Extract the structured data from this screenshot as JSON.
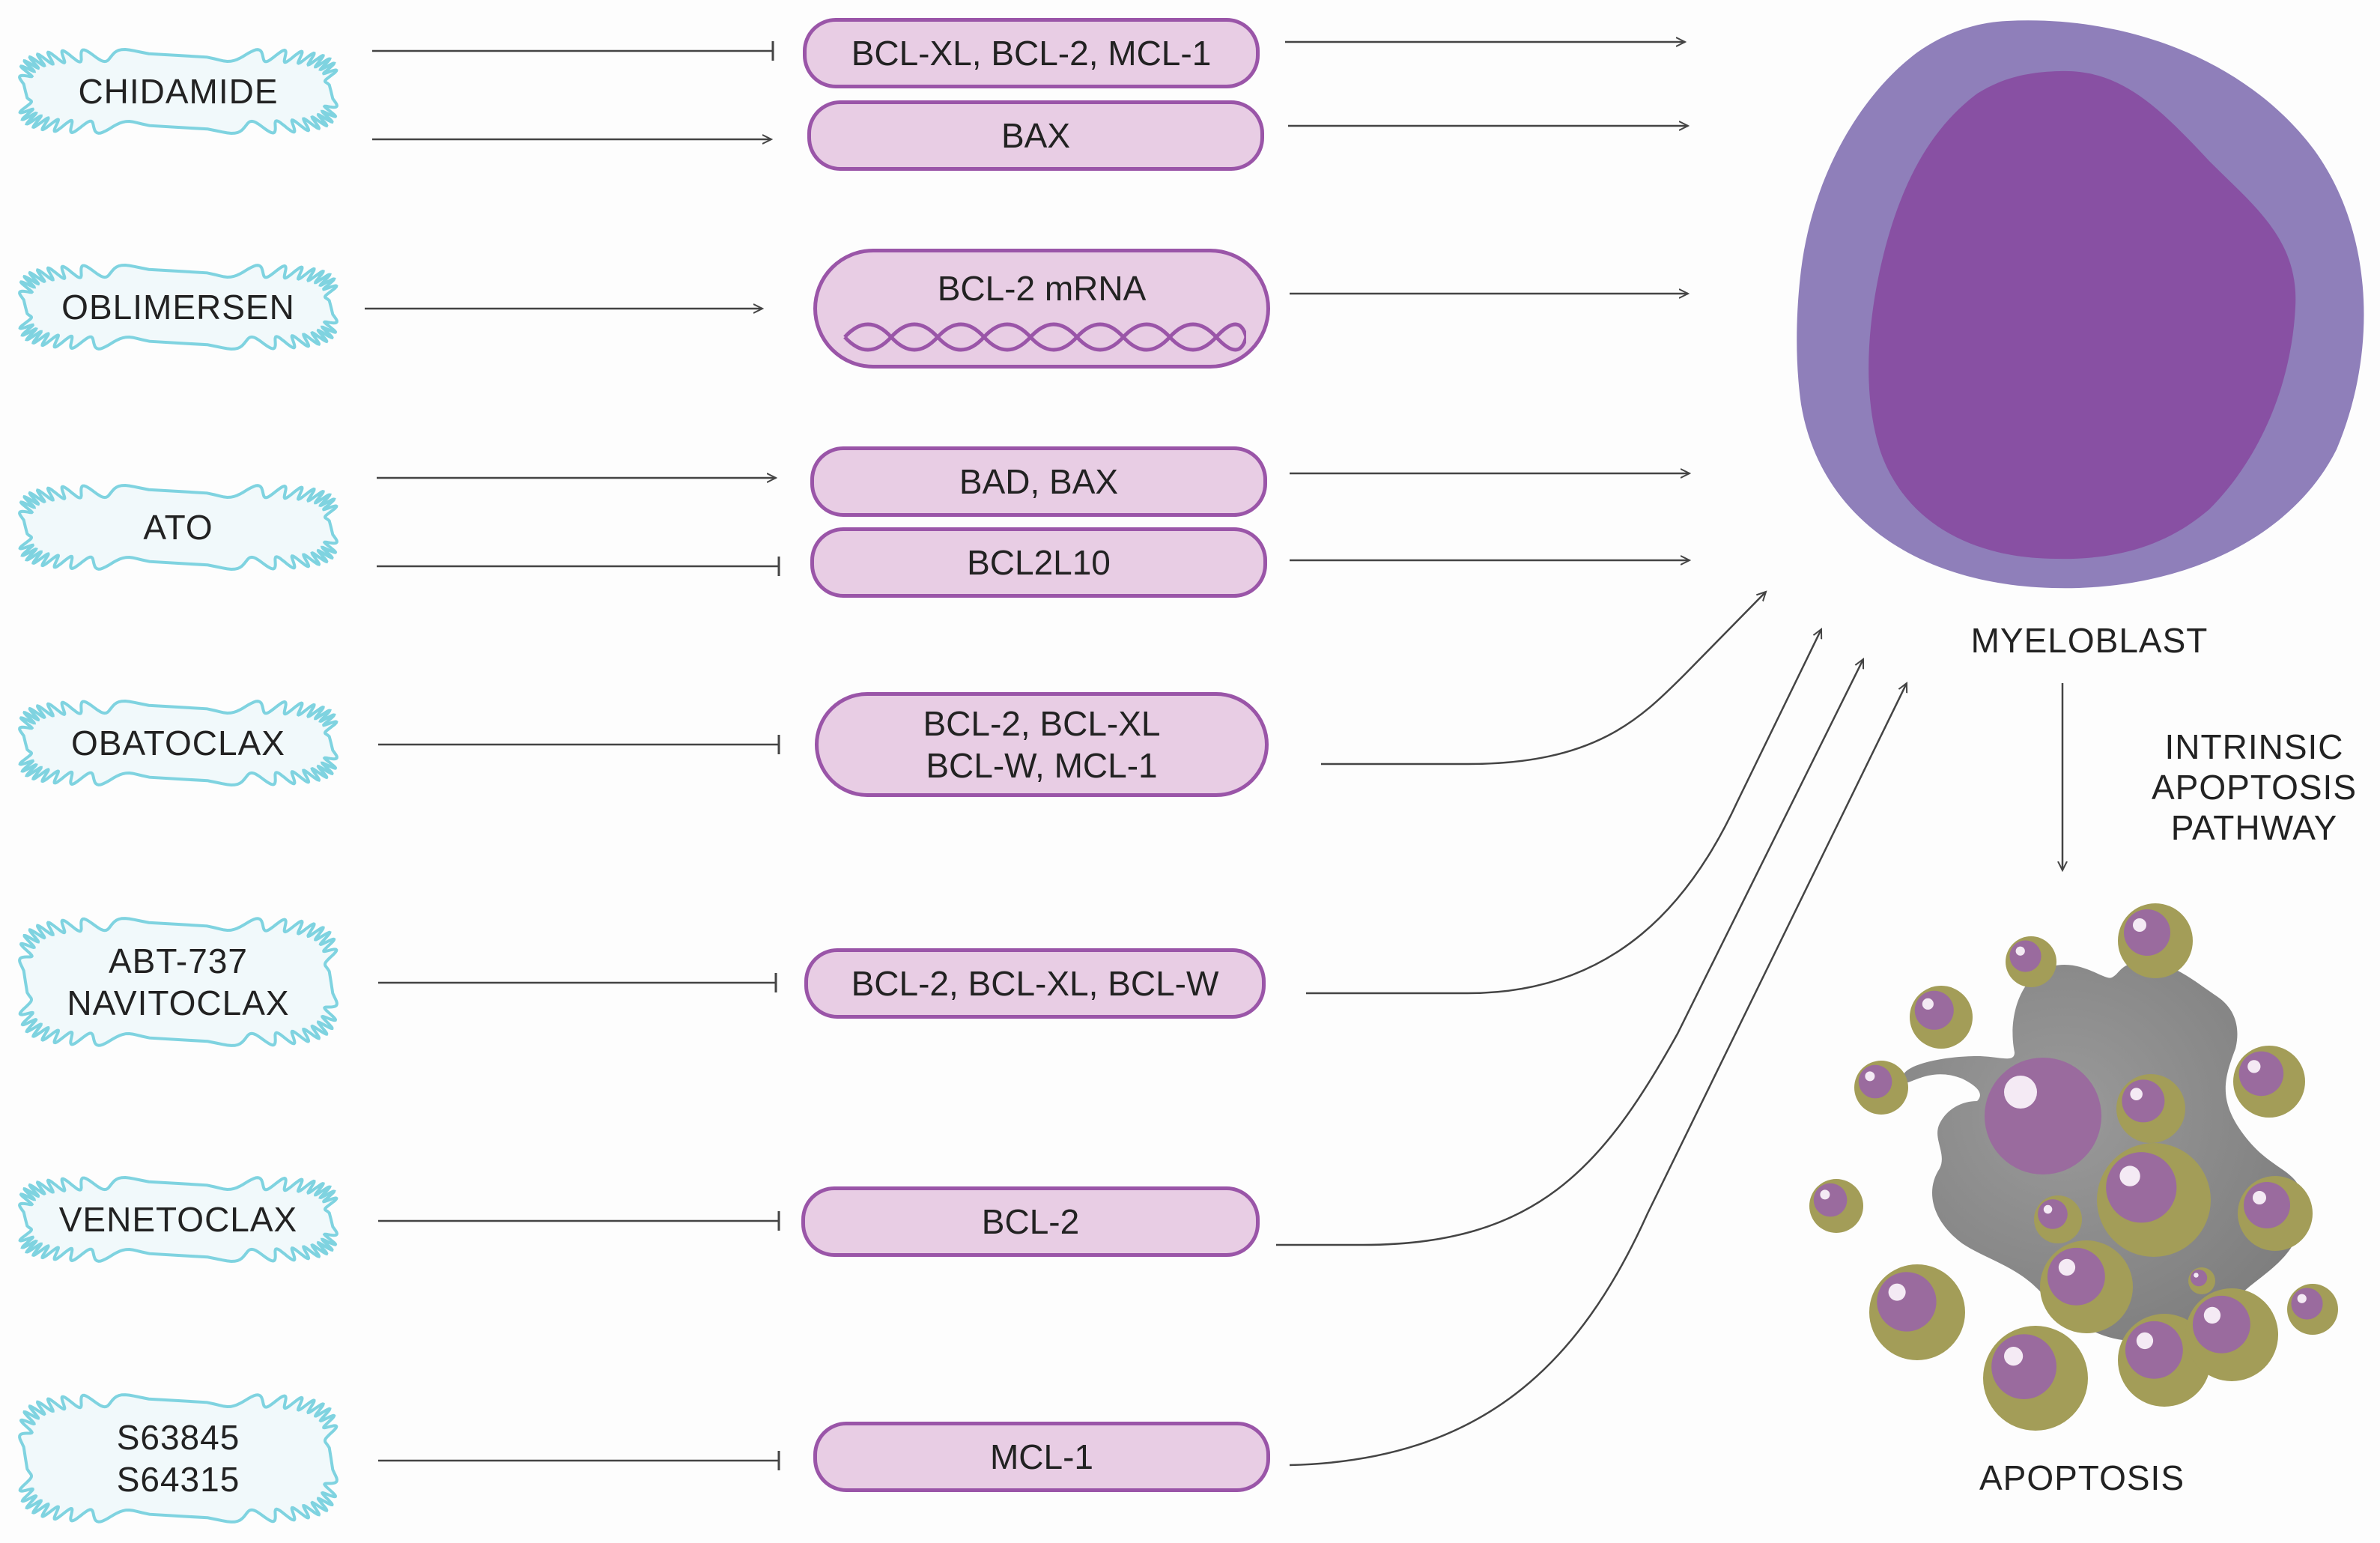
{
  "drugs": {
    "chidamide": [
      "CHIDAMIDE"
    ],
    "oblimersen": [
      "OBLIMERSEN"
    ],
    "ato": [
      "ATO"
    ],
    "obatoclax": [
      "OBATOCLAX"
    ],
    "navitoclax": [
      "ABT-737",
      "NAVITOCLAX"
    ],
    "venetoclax": [
      "VENETOCLAX"
    ],
    "s63845": [
      "S63845",
      "S64315"
    ]
  },
  "targets": {
    "bcl_xl_bcl2_mcl1": [
      "BCL-XL, BCL-2, MCL-1"
    ],
    "bax": [
      "BAX"
    ],
    "bcl2_mrna": [
      "BCL-2 mRNA"
    ],
    "bad_bax": [
      "BAD, BAX"
    ],
    "bcl2l10": [
      "BCL2L10"
    ],
    "obatoclax_targets": [
      "BCL-2, BCL-XL",
      "BCL-W, MCL-1"
    ],
    "navitoclax_targets": [
      "BCL-2, BCL-XL, BCL-W"
    ],
    "bcl2": [
      "BCL-2"
    ],
    "mcl1": [
      "MCL-1"
    ]
  },
  "labels": {
    "myeloblast": "MYELOBLAST",
    "pathway": [
      "INTRINSIC",
      "APOPTOSIS",
      "PATHWAY"
    ],
    "apoptosis": "APOPTOSIS"
  },
  "colors": {
    "drug_badge_border": "#7fd3e0",
    "drug_badge_fill": "#f1f9fb",
    "target_fill": "#e8cde4",
    "target_border": "#9a55a8",
    "cell_outer": "#8f7fba",
    "cell_nucleus": "#8850a3",
    "apoptotic_body_olive": "#a39d58",
    "apoptotic_core_grey": "#8a8a8a",
    "connector_line": "#444444"
  }
}
